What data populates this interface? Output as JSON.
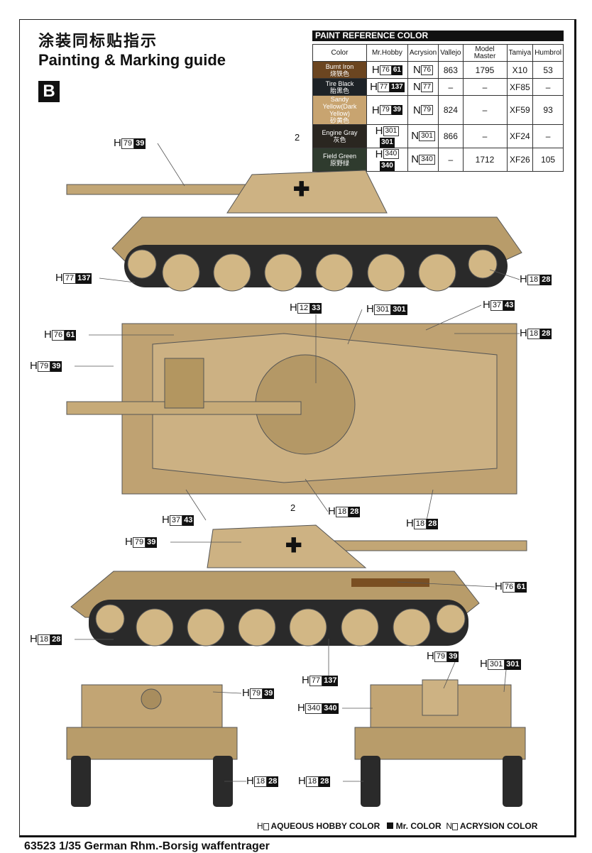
{
  "header": {
    "title_cn": "涂装同标贴指示",
    "title_en": "Painting & Marking guide",
    "scheme": "B"
  },
  "paint_reference": {
    "title": "PAINT  REFERENCE COLOR",
    "columns": [
      "Color",
      "Mr.Hobby",
      "Acrysion",
      "Vallejo",
      "Model Master",
      "Tamiya",
      "Humbrol"
    ],
    "rows": [
      {
        "name": "Burnt Iron",
        "name_cn": "烧铁色",
        "swatch": "#6b4520",
        "h": "76",
        "mr": "61",
        "n": "76",
        "vallejo": "863",
        "model_master": "1795",
        "tamiya": "X10",
        "humbrol": "53"
      },
      {
        "name": "Tire Black",
        "name_cn": "胎黑色",
        "swatch": "#1d2226",
        "h": "77",
        "mr": "137",
        "n": "77",
        "vallejo": "–",
        "model_master": "–",
        "tamiya": "XF85",
        "humbrol": "–"
      },
      {
        "name": "Sandy Yellow(Dark Yellow)",
        "name_cn": "砂黄色",
        "swatch": "#c8a470",
        "h": "79",
        "mr": "39",
        "n": "79",
        "vallejo": "824",
        "model_master": "–",
        "tamiya": "XF59",
        "humbrol": "93"
      },
      {
        "name": "Engine Gray",
        "name_cn": "灰色",
        "swatch": "#2a2620",
        "h": "301",
        "mr": "301",
        "n": "301",
        "vallejo": "866",
        "model_master": "–",
        "tamiya": "XF24",
        "humbrol": "–"
      },
      {
        "name": "Field Green",
        "name_cn": "原野绿",
        "swatch": "#2f3b2e",
        "h": "340",
        "mr": "340",
        "n": "340",
        "vallejo": "–",
        "model_master": "1712",
        "tamiya": "XF26",
        "humbrol": "105"
      }
    ]
  },
  "callouts": [
    {
      "h": "79",
      "mr": "39"
    },
    {
      "h": "77",
      "mr": "137"
    },
    {
      "h": "18",
      "mr": "28"
    },
    {
      "h": "12",
      "mr": "33"
    },
    {
      "h": "301",
      "mr": "301"
    },
    {
      "h": "37",
      "mr": "43"
    },
    {
      "h": "76",
      "mr": "61"
    },
    {
      "h": "18",
      "mr": "28"
    },
    {
      "h": "79",
      "mr": "39"
    },
    {
      "h": "37",
      "mr": "43"
    },
    {
      "h": "18",
      "mr": "28"
    },
    {
      "h": "18",
      "mr": "28"
    },
    {
      "h": "79",
      "mr": "39"
    },
    {
      "h": "76",
      "mr": "61"
    },
    {
      "h": "18",
      "mr": "28"
    },
    {
      "h": "79",
      "mr": "39"
    },
    {
      "h": "301",
      "mr": "301"
    },
    {
      "h": "77",
      "mr": "137"
    },
    {
      "h": "79",
      "mr": "39"
    },
    {
      "h": "340",
      "mr": "340"
    },
    {
      "h": "18",
      "mr": "28"
    },
    {
      "h": "18",
      "mr": "28"
    }
  ],
  "decal_numbers": [
    "2",
    "2"
  ],
  "colors": {
    "sand": "#c9ad7c",
    "sand_dark": "#a88d5e",
    "tire": "#2a2a2a"
  },
  "legend": {
    "h": "H",
    "h_label": "AQUEOUS HOBBY COLOR",
    "mr_label": "Mr. COLOR",
    "n": "N",
    "n_label": "ACRYSION COLOR"
  },
  "footer": "63523 1/35  German Rhm.-Borsig waffentrager"
}
